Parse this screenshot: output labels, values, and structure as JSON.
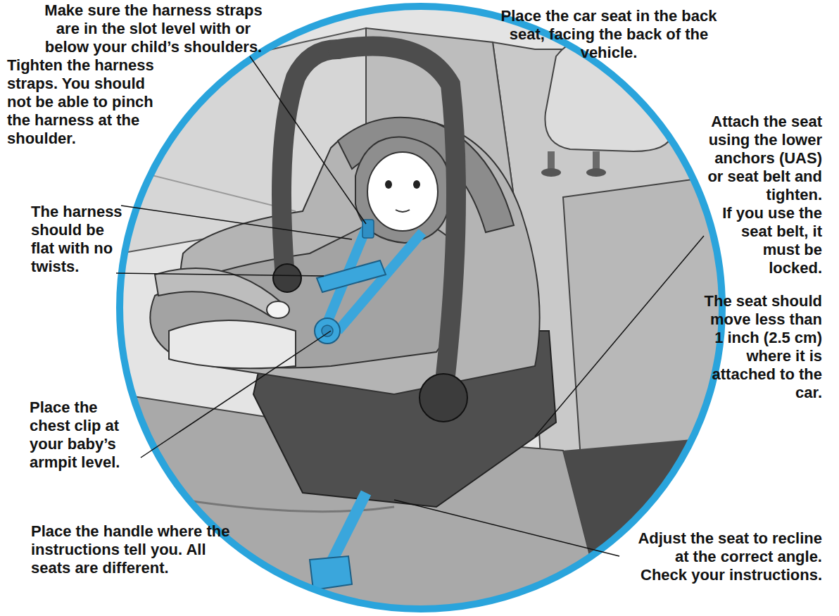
{
  "diagram": {
    "labels": [
      "Make sure the harness straps are in the slot level with or below your child’s shoulders.",
      "Tighten the harness straps. You should not be able to pinch the harness at the shoulder.",
      "The harness should be flat with no twists.",
      "Place the chest clip at your baby’s armpit level.",
      "Place the handle where the instructions tell you. All seats are different.",
      "Place the car seat in the back seat, facing the back of the vehicle.",
      "Attach the seat using the lower anchors (UAS) or seat belt and tighten.",
      "If you use the seat belt, it must be locked.",
      "The seat should move less than 1 inch (2.5 cm) where it is attached to the car.",
      "Adjust the seat to recline at the correct angle. Check your instructions."
    ]
  }
}
